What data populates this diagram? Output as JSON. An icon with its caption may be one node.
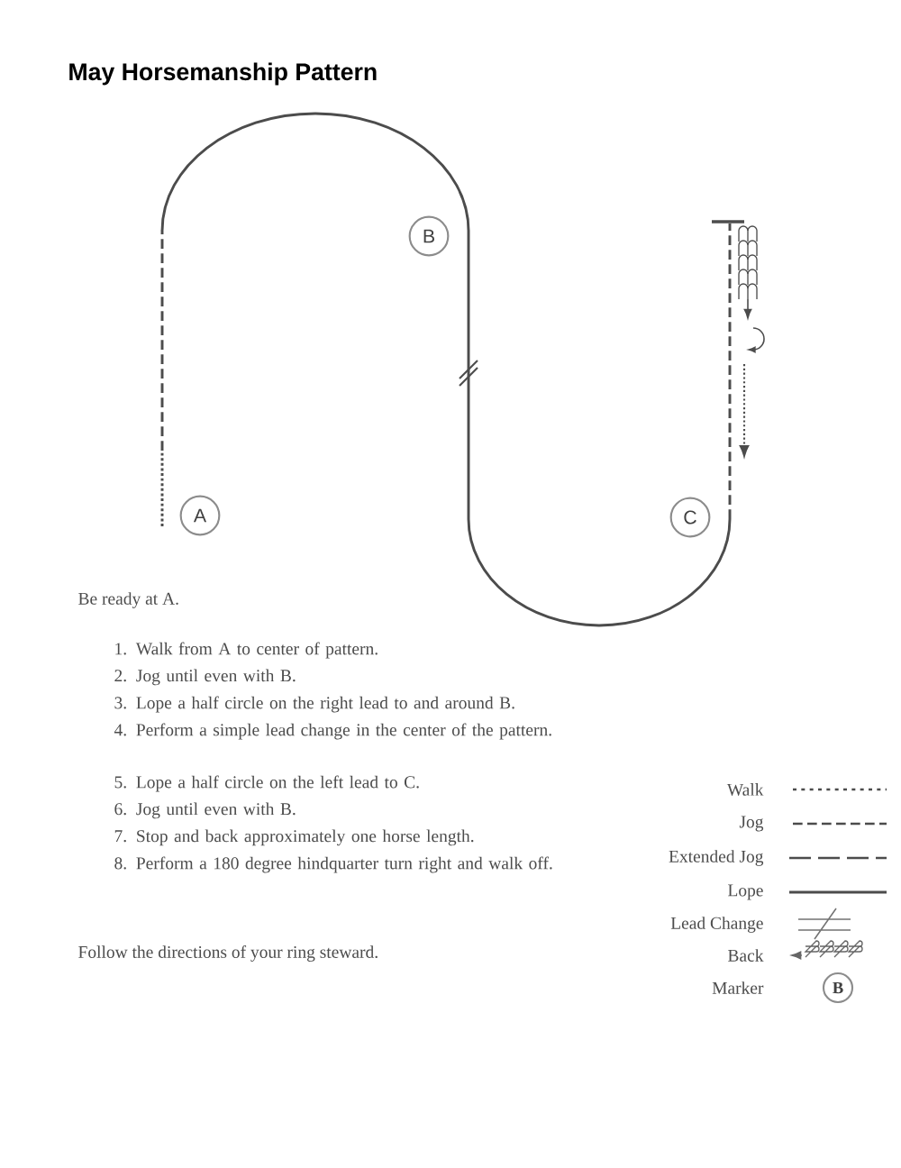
{
  "diagram": {
    "title": "May Horsemanship Pattern",
    "nodes": [
      {
        "text": [
          "B"
        ]
      },
      {
        "text": [
          "A"
        ]
      },
      {
        "text": [
          "C"
        ]
      }
    ],
    "edges": [],
    "labels": [
      "Be ready at A.",
      "1. Walk from A to center of pattern.",
      "2. Jog until even with B.",
      "3. Lope a half circle on the right lead to and around B.",
      "4. Perform a simple lead change in the center of the pattern.",
      "5. Lope a half circle on the left lead to C.",
      "6. Jog until even with B.",
      "7. Stop and back approximately one horse length.",
      "8. Perform a 180 degree hindquarter turn right and walk off.",
      "Follow the directions of your ring steward.",
      "B"
    ],
    "legend": [
      {
        "text": "Walk"
      },
      {
        "text": "Jog"
      },
      {
        "text": "Extended Jog"
      },
      {
        "text": "Lope"
      },
      {
        "text": "Lead Change"
      },
      {
        "text": "Back"
      },
      {
        "text": "Marker"
      }
    ]
  }
}
